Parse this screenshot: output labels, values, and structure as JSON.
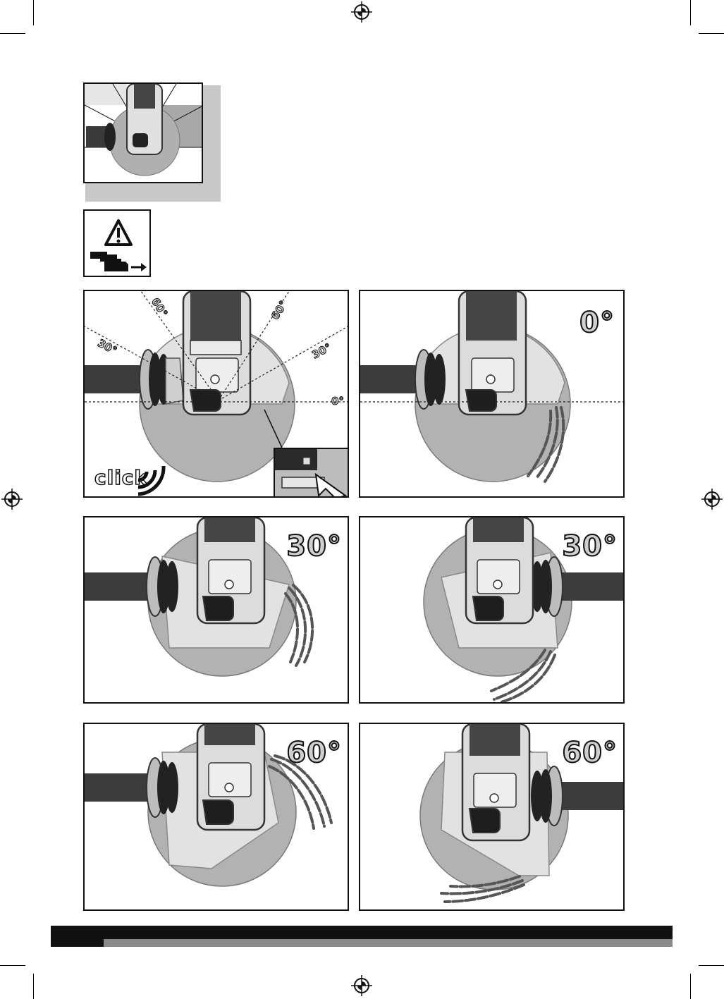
{
  "labels": {
    "angle_marks": [
      "60°",
      "60°",
      "30°",
      "30°",
      "0°"
    ],
    "click": "click",
    "panel_angles": [
      "0°",
      "30°",
      "30°",
      "60°",
      "60°"
    ]
  },
  "colors": {
    "ink": "#111111",
    "disc": "#b0b0b0",
    "body": "#d9d9d9",
    "handle": "#3a3a3a",
    "footer_bar": "#111111",
    "footer_strip": "#8a8a8a"
  },
  "icons": [
    "registration-mark-icon",
    "warning-triangle-icon",
    "battery-remove-icon",
    "sound-waves-icon",
    "pointer-arrow-icon"
  ]
}
